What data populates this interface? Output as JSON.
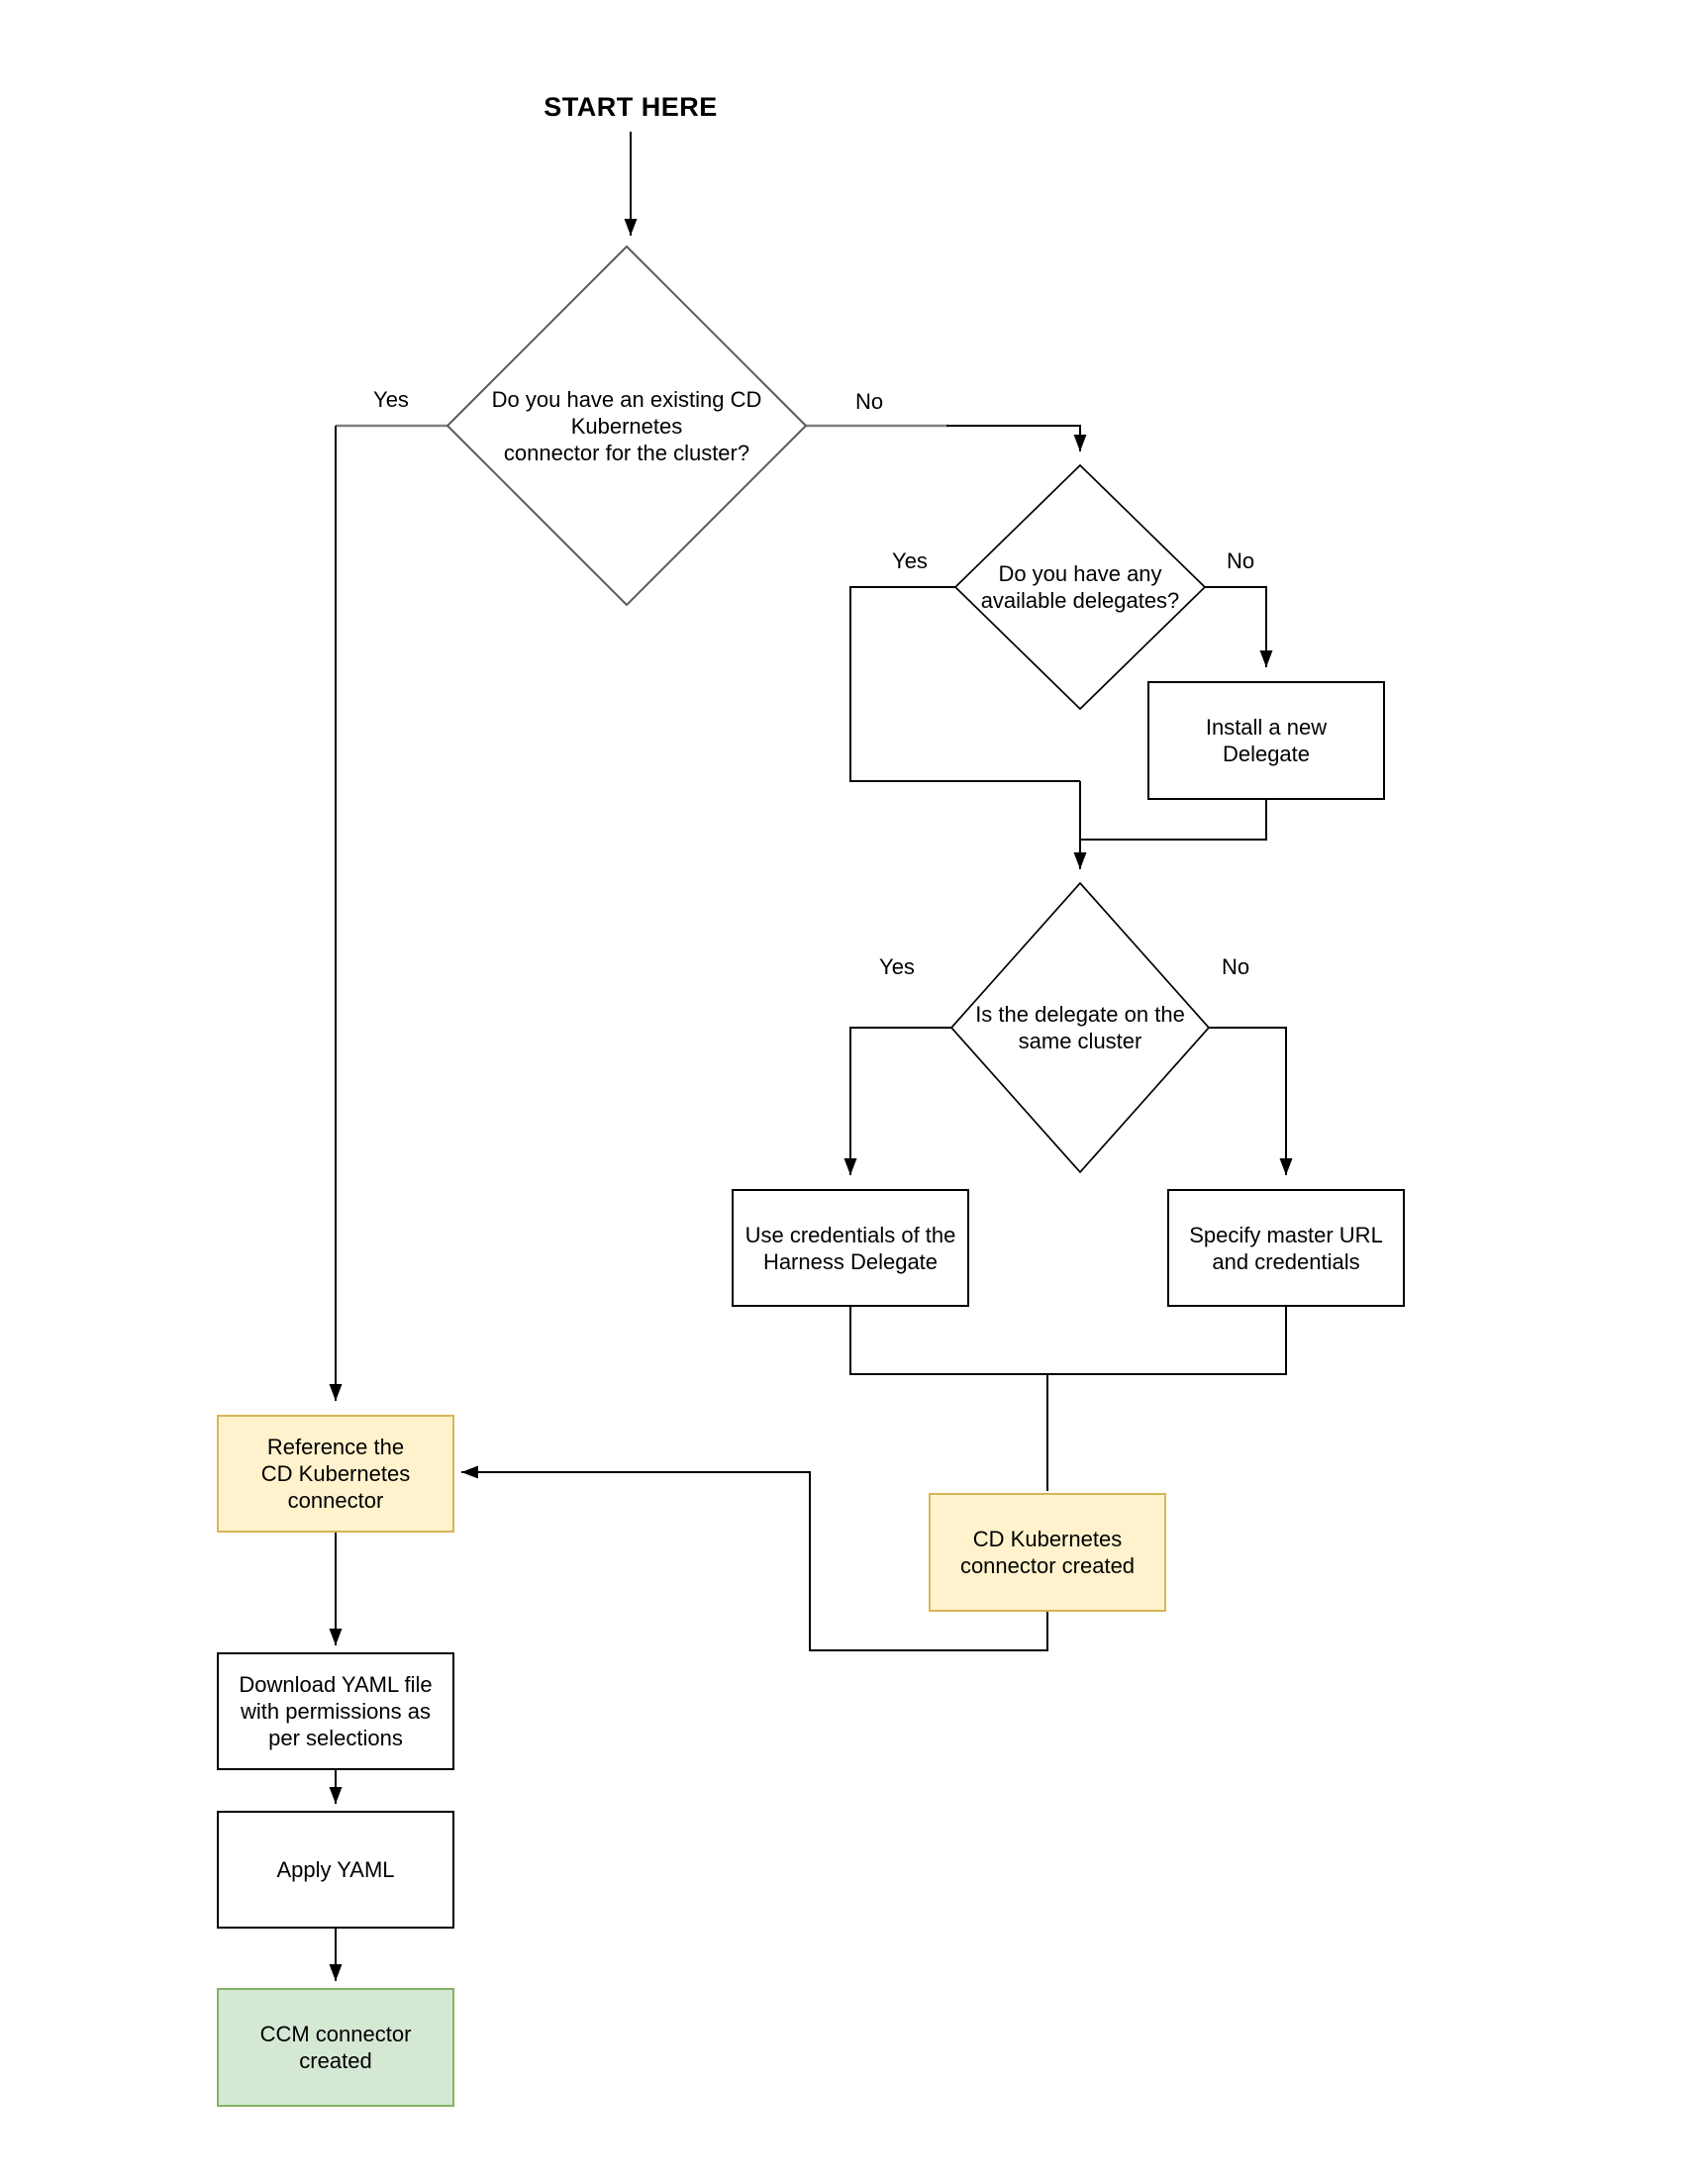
{
  "title": "START HERE",
  "colors": {
    "line": "#000000",
    "gray_line": "#808080",
    "diamond1_stroke": "#595959",
    "box_fill": "#ffffff",
    "box_border": "#000000",
    "yellow_fill": "#fff2cc",
    "yellow_border": "#d6b656",
    "green_fill": "#d5e8d4",
    "green_border": "#82b366"
  },
  "nodes": {
    "d1": {
      "text": "Do you have an existing CD\nKubernetes\nconnector for the cluster?"
    },
    "d2": {
      "text": "Do you have any\navailable delegates?"
    },
    "d3": {
      "text": "Is the delegate on the\nsame cluster"
    },
    "install": {
      "text": "Install a new\nDelegate"
    },
    "use_creds": {
      "text": "Use credentials of the\nHarness Delegate"
    },
    "specify": {
      "text": "Specify master URL\nand credentials"
    },
    "cd_created": {
      "text": "CD Kubernetes\nconnector created"
    },
    "reference": {
      "text": "Reference the\nCD Kubernetes\nconnector"
    },
    "download": {
      "text": "Download YAML file\nwith permissions as\nper selections"
    },
    "apply": {
      "text": "Apply YAML"
    },
    "ccm_created": {
      "text": "CCM connector\ncreated"
    }
  },
  "edge_labels": {
    "d1_yes": "Yes",
    "d1_no": "No",
    "d2_yes": "Yes",
    "d2_no": "No",
    "d3_yes": "Yes",
    "d3_no": "No"
  }
}
